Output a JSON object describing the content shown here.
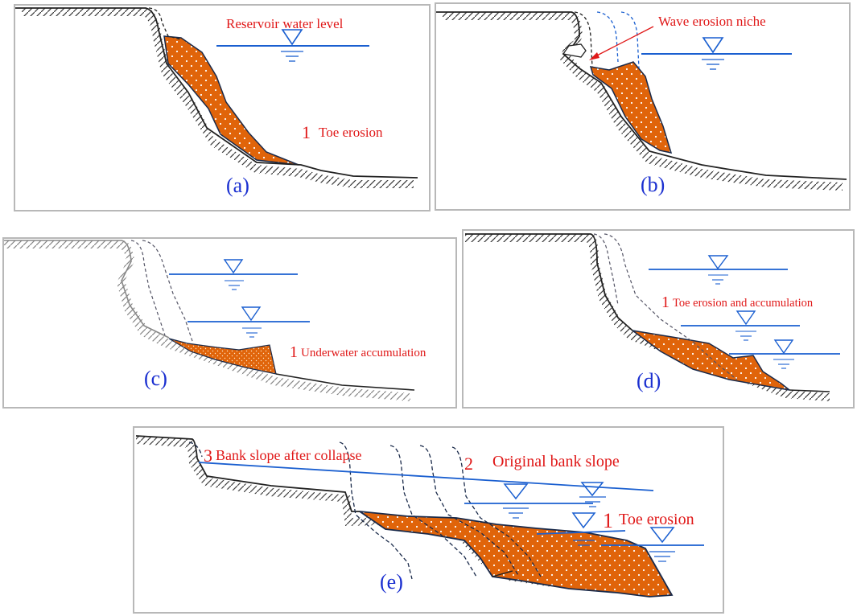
{
  "panels": {
    "a": {
      "label": "(a)",
      "annotations": {
        "water_level": "Reservoir water level",
        "num1": "1",
        "toe_erosion": "Toe erosion"
      }
    },
    "b": {
      "label": "(b)",
      "annotations": {
        "niche": "Wave erosion niche"
      }
    },
    "c": {
      "label": "(c)",
      "annotations": {
        "num1": "1",
        "underwater": "Underwater accumulation"
      }
    },
    "d": {
      "label": "(d)",
      "annotations": {
        "num1": "1",
        "toe_accum": "Toe erosion and accumulation"
      }
    },
    "e": {
      "label": "(e)",
      "annotations": {
        "num3": "3",
        "after_collapse": "Bank slope after collapse",
        "num2": "2",
        "original": "Original bank slope",
        "num1": "1",
        "toe_erosion": "Toe erosion"
      }
    }
  },
  "colors": {
    "deposit": "#e0640a",
    "water": "#1a5fd0",
    "ground": "#222222",
    "label_red": "#e01818",
    "label_blue": "#1a2fd0",
    "frame": "#b8b8b8"
  }
}
